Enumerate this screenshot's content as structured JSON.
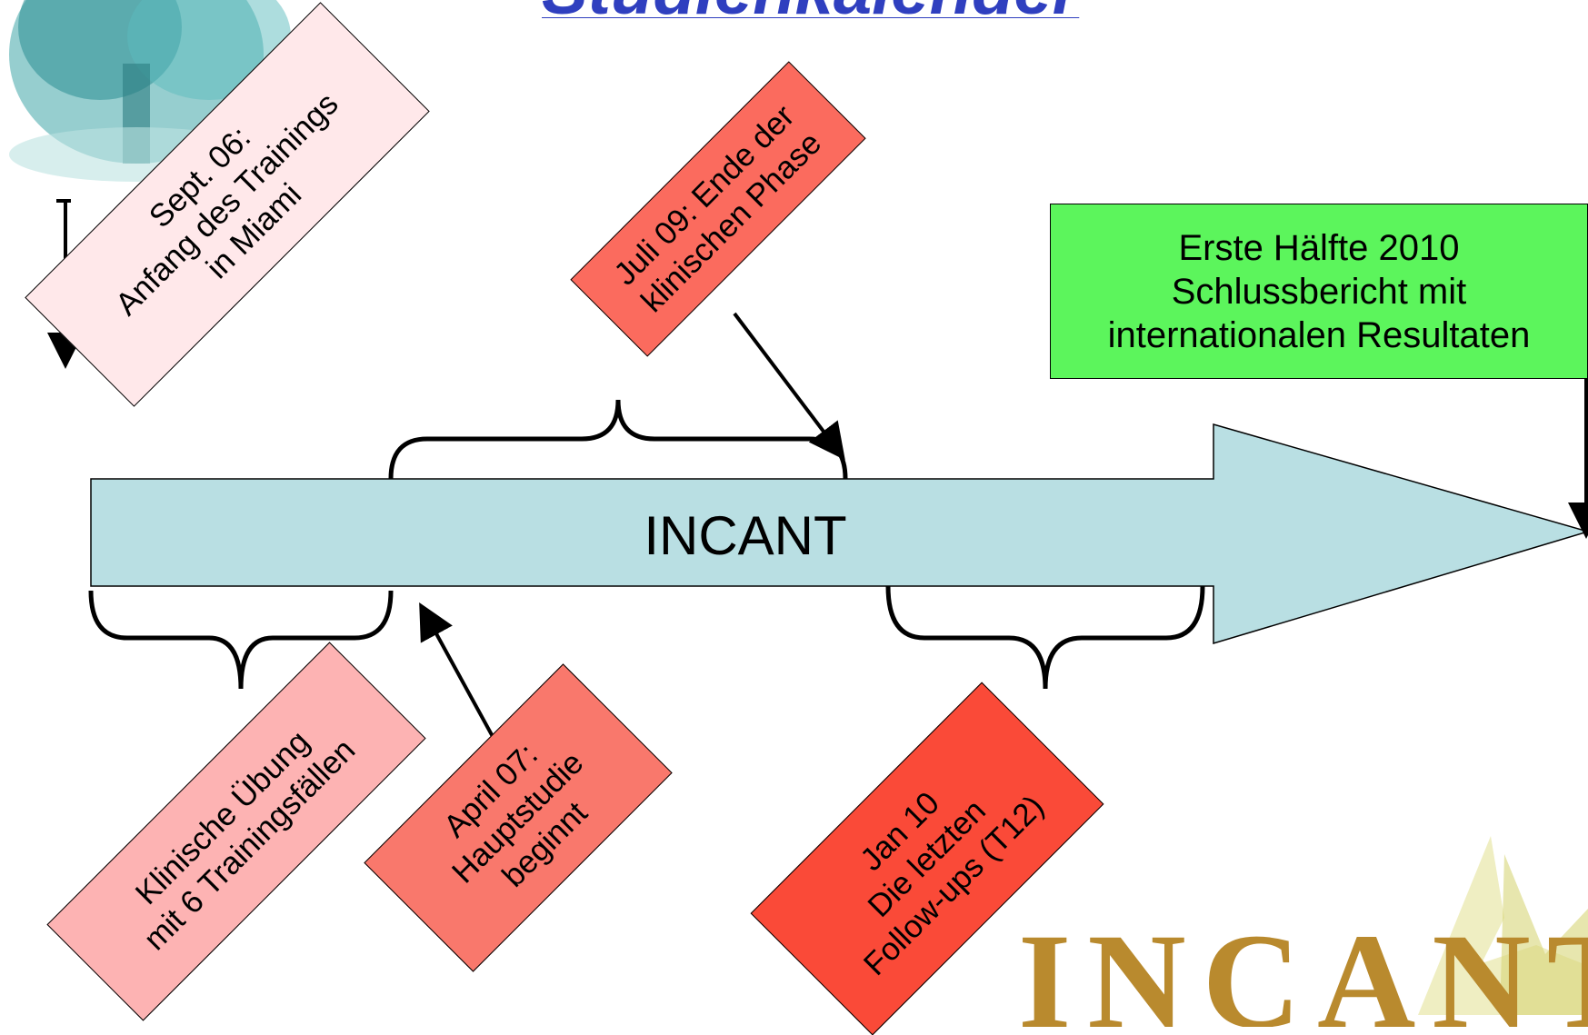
{
  "title": "Studienkalender",
  "colors": {
    "arrow_fill": "#b9dfe3",
    "green": "#5cf55c",
    "pink_light": "#ffe8ea",
    "red_mid": "#fb6b5e",
    "pink": "#fdb3b3",
    "salmon": "#f9786c",
    "red": "#fa4a38",
    "logo_gold": "#b98a2e"
  },
  "main_arrow": {
    "label": "INCANT"
  },
  "milestones": {
    "sept06": "Sept. 06:\nAnfang des Trainings\nin Miami",
    "juli09": "Juli 09: Ende der\nklinischen Phase",
    "erste_haelfte": "Erste Hälfte 2010\nSchlussbericht mit\ninternationalen Resultaten",
    "klinische_uebung": "Klinische Übung\nmit 6 Trainingsfällen",
    "april07": "April 07:\nHauptstudie\nbeginnt",
    "jan10": "Jan 10\nDie letzten\nFollow-ups (T12)"
  },
  "logo": {
    "text": "INCANT"
  }
}
